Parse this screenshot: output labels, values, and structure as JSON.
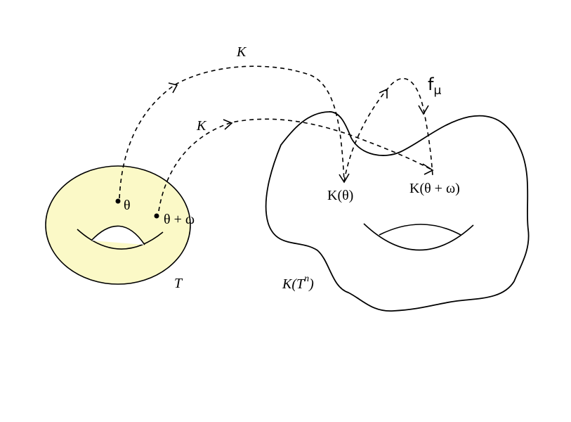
{
  "colors": {
    "torus_fill": "#fbf9c7",
    "stroke": "#000000",
    "background": "#ffffff"
  },
  "torus": {
    "label": "T",
    "point_theta_label": "θ",
    "point_theta_omega_label": "θ + ω"
  },
  "manifold": {
    "label_main": "K(T",
    "label_sup": "n",
    "label_close": ")",
    "image_theta_label": "K(θ)",
    "image_theta_omega_label": "K(θ + ω)"
  },
  "arrows": {
    "k_upper_label": "K",
    "k_lower_label": "K",
    "f_mu_label_main": "f",
    "f_mu_label_sub": "μ"
  }
}
